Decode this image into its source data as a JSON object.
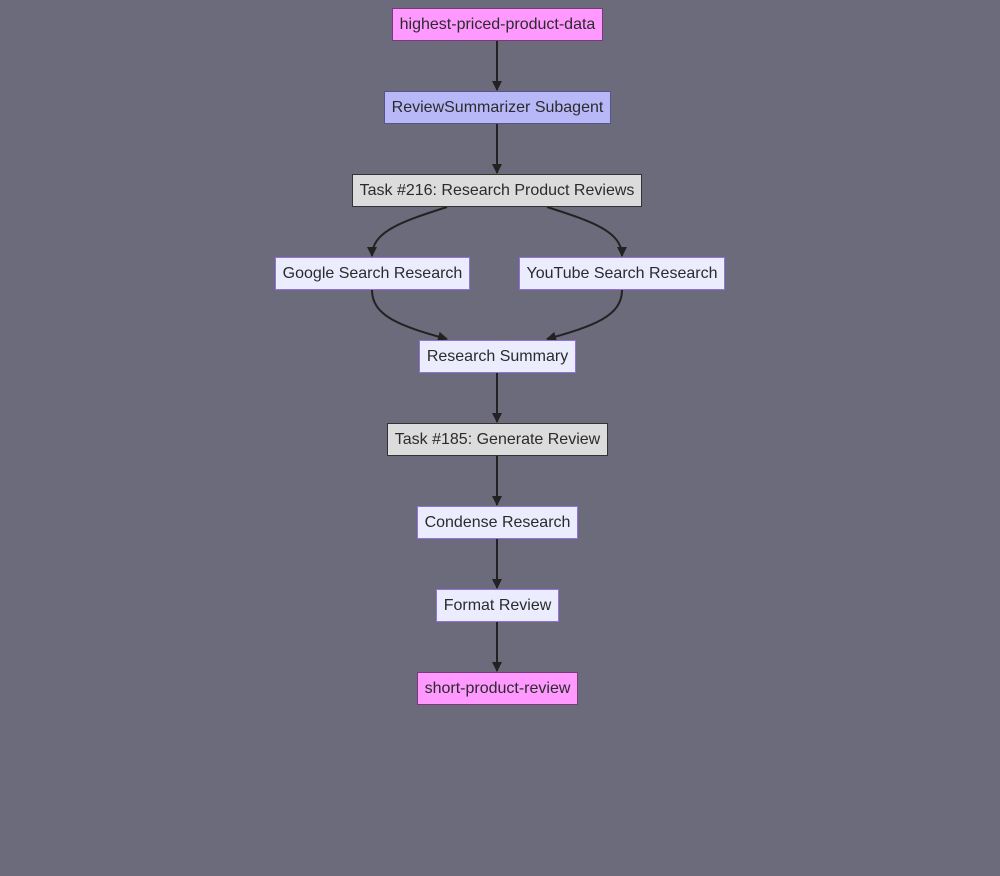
{
  "diagram": {
    "nodes": {
      "input": {
        "label": "highest-priced-product-data",
        "kind": "io"
      },
      "subagent": {
        "label": "ReviewSummarizer Subagent",
        "kind": "agent"
      },
      "task_research": {
        "label": "Task #216: Research Product Reviews",
        "kind": "task"
      },
      "google_research": {
        "label": "Google Search Research",
        "kind": "step"
      },
      "youtube_research": {
        "label": "YouTube Search Research",
        "kind": "step"
      },
      "research_summary": {
        "label": "Research Summary",
        "kind": "step"
      },
      "task_generate": {
        "label": "Task #185: Generate Review",
        "kind": "task"
      },
      "condense": {
        "label": "Condense Research",
        "kind": "step"
      },
      "format": {
        "label": "Format Review",
        "kind": "step"
      },
      "output": {
        "label": "short-product-review",
        "kind": "io"
      }
    },
    "edges": [
      {
        "from": "input",
        "to": "subagent"
      },
      {
        "from": "subagent",
        "to": "task_research"
      },
      {
        "from": "task_research",
        "to": "google_research"
      },
      {
        "from": "task_research",
        "to": "youtube_research"
      },
      {
        "from": "google_research",
        "to": "research_summary"
      },
      {
        "from": "youtube_research",
        "to": "research_summary"
      },
      {
        "from": "research_summary",
        "to": "task_generate"
      },
      {
        "from": "task_generate",
        "to": "condense"
      },
      {
        "from": "condense",
        "to": "format"
      },
      {
        "from": "format",
        "to": "output"
      }
    ]
  }
}
